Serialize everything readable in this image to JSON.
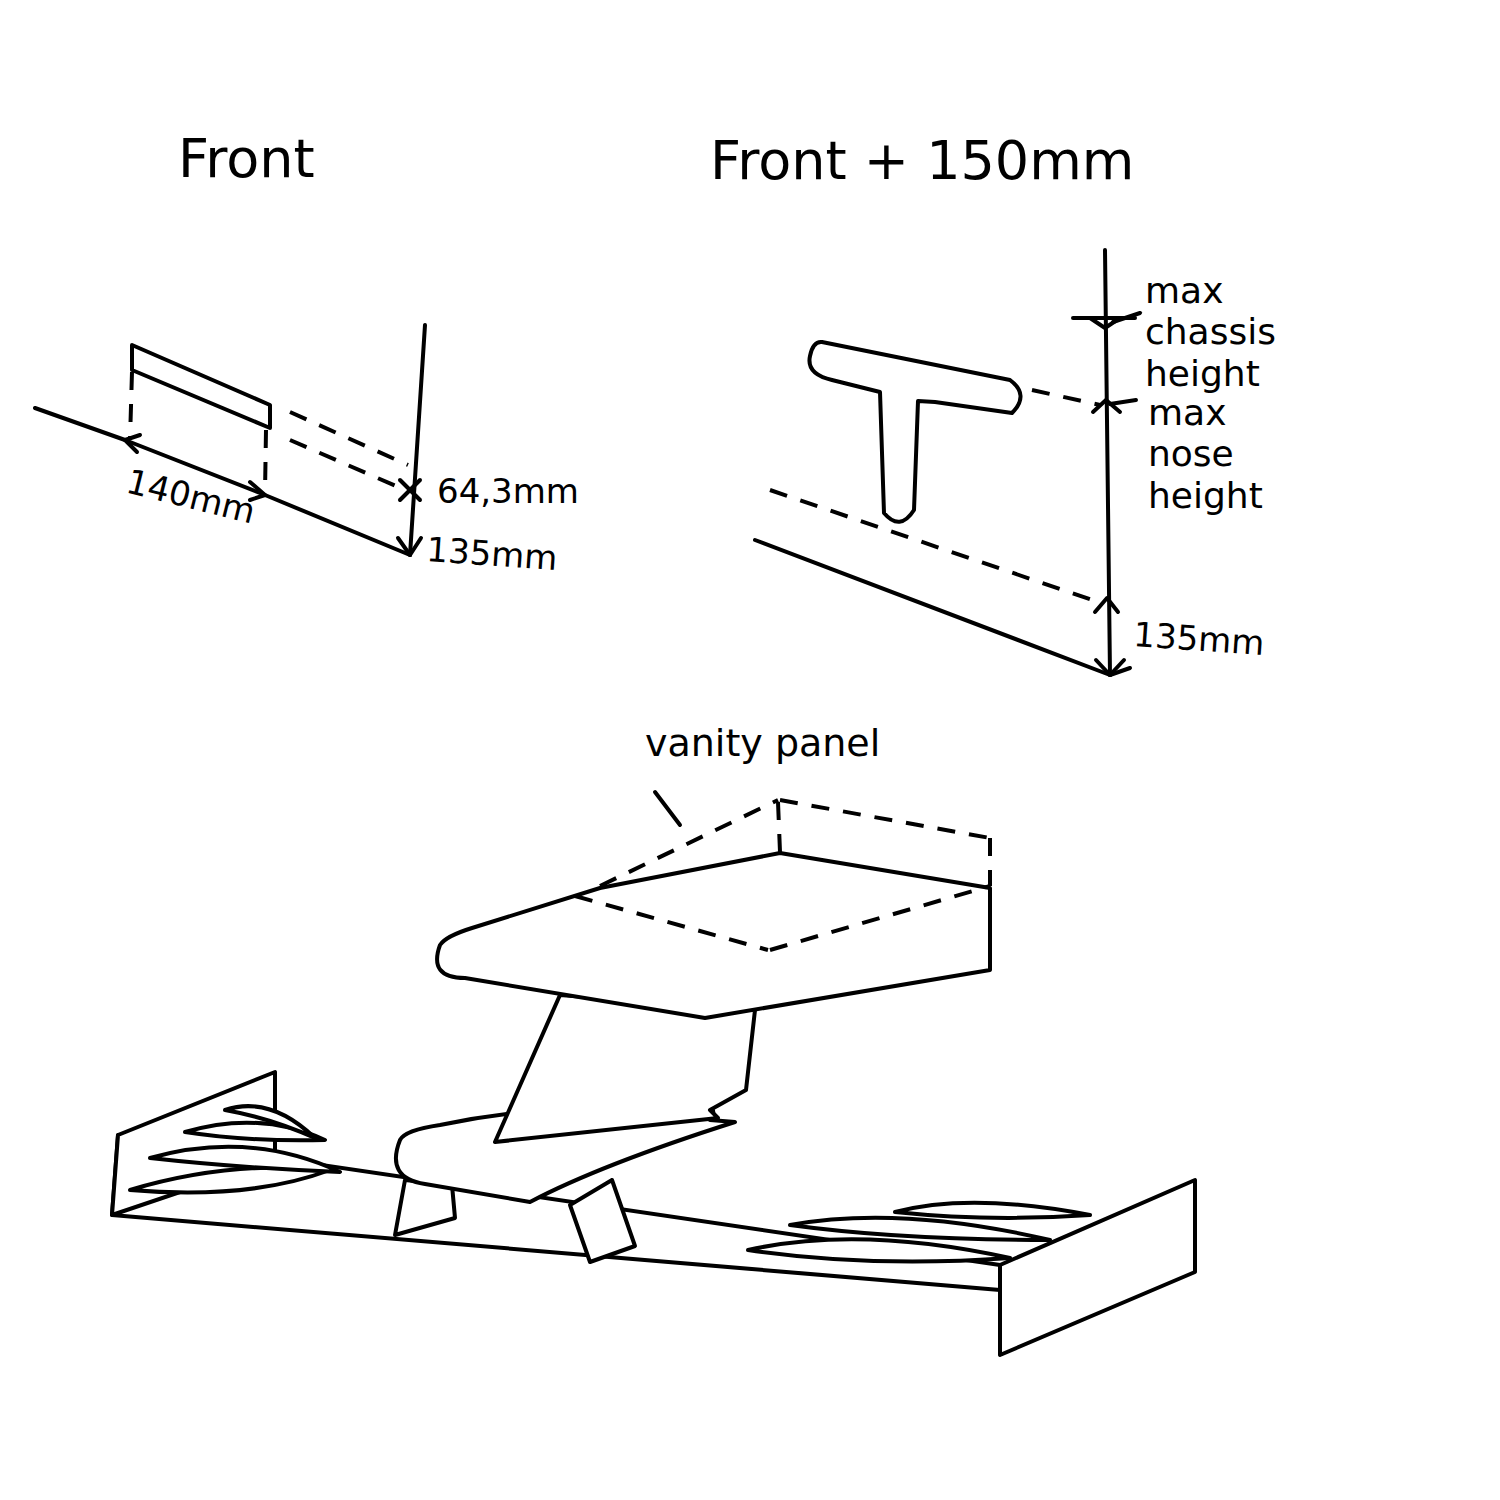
{
  "diagram": {
    "labels": [
      "Front",
      "Front + 150mm",
      "140mm",
      "64,3mm",
      "135mm",
      "max chassis height",
      "max nose height",
      "135mm",
      "vanity panel"
    ]
  }
}
